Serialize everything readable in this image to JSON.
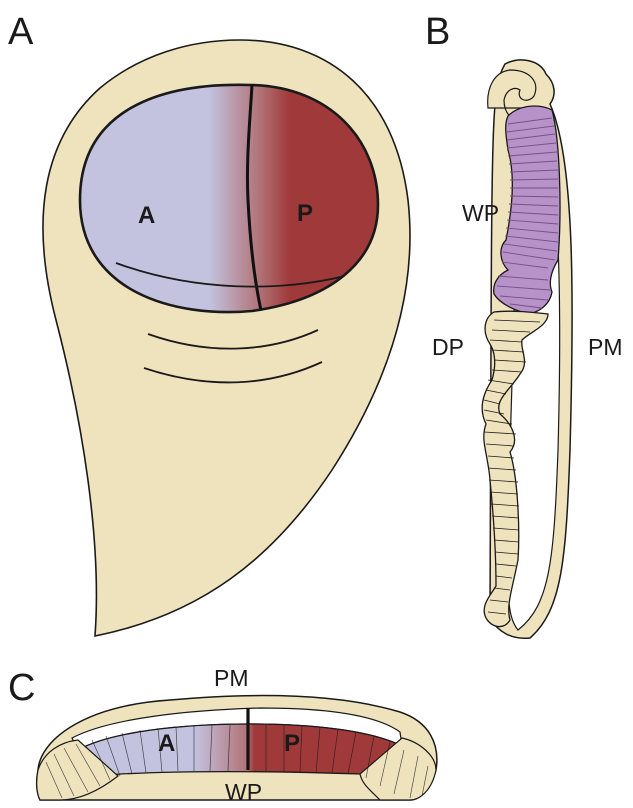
{
  "panels": {
    "a": {
      "letter": "A",
      "anterior_label": "A",
      "posterior_label": "P"
    },
    "b": {
      "letter": "B",
      "wing_pouch_label": "WP",
      "disc_proper_label": "DP",
      "peripodial_label": "PM"
    },
    "c": {
      "letter": "C",
      "peripodial_label": "PM",
      "anterior_label": "A",
      "posterior_label": "P",
      "wing_pouch_label": "WP"
    }
  },
  "colors": {
    "disc_tissue": "#efe3be",
    "anterior": "#c3c3e0",
    "posterior": "#a0393a",
    "wing_pouch_purple": "#b692c9",
    "outline": "#1a1a1a"
  }
}
